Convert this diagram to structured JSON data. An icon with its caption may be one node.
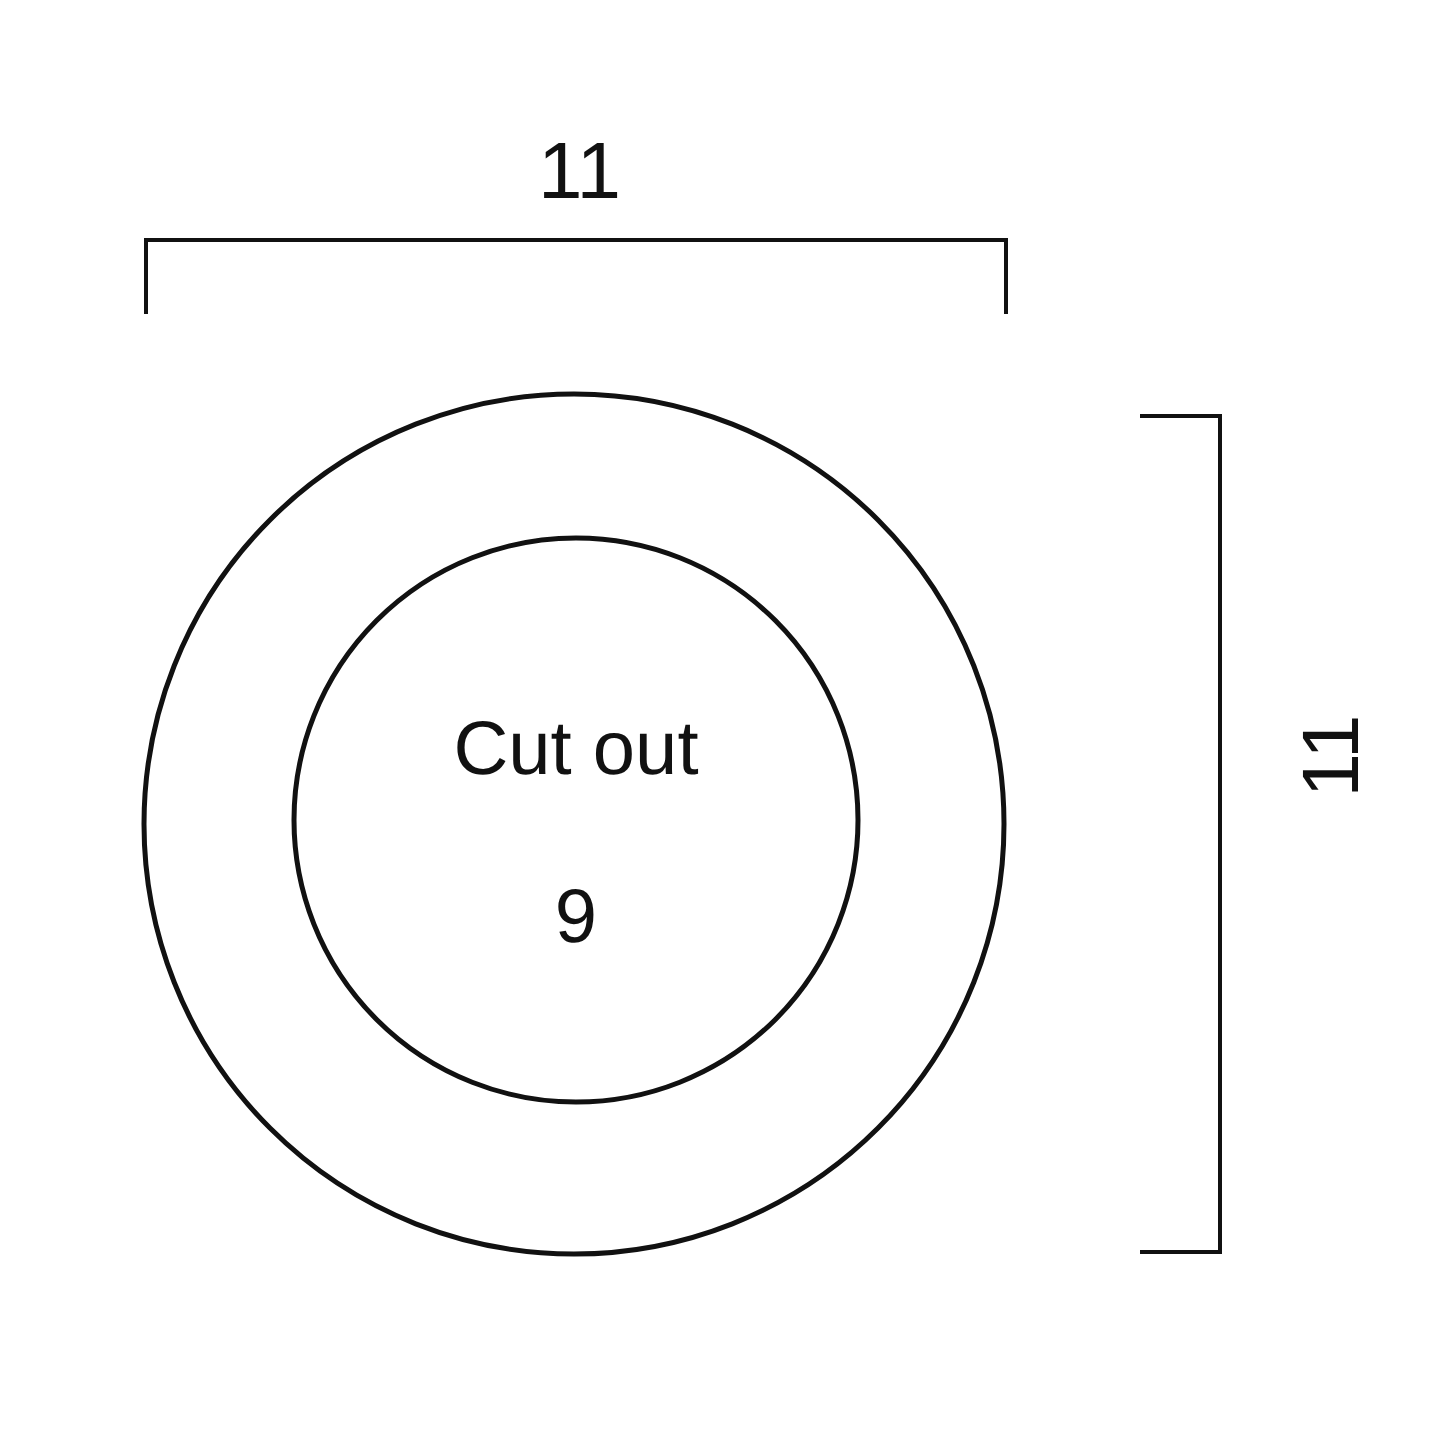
{
  "diagram": {
    "nodes": [
      {
        "text": [],
        "shape": "circle"
      },
      {
        "text": [
          "Cut out",
          "9"
        ],
        "in": 0
      }
    ],
    "labels": [
      "11",
      "11"
    ]
  }
}
